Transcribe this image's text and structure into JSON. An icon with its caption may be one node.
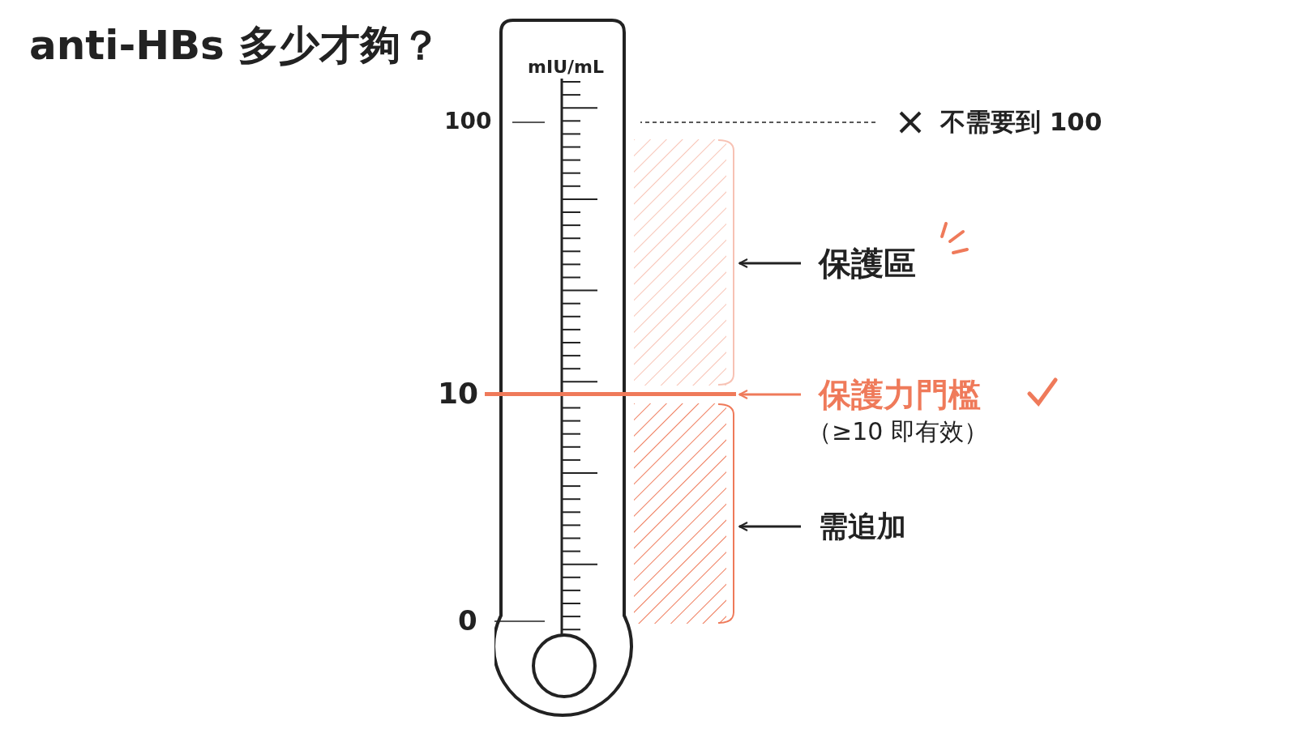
{
  "diagram": {
    "title": "anti-HBs 多少才夠？",
    "nodes": [
      {
        "text": [
          "mIU/mL"
        ]
      },
      {
        "text": [],
        "shape": "box"
      },
      {
        "text": [],
        "shape": "box"
      },
      {
        "text": [],
        "shape": "bar"
      },
      {
        "text": [
          "保護區"
        ]
      },
      {
        "text": [
          "保護力門檻",
          "（≥10 即有效）"
        ]
      },
      {
        "text": [
          "需追加"
        ]
      },
      {
        "text": [
          "不需要到 100"
        ]
      }
    ],
    "edges": [
      {
        "from": 4,
        "to": 1,
        "arrow": "to"
      },
      {
        "from": 5,
        "to": 3,
        "arrow": "to",
        "color": "#ef7a5a"
      },
      {
        "from": 6,
        "to": 2,
        "arrow": "to"
      },
      {
        "from": 7,
        "to": 0,
        "arrow": "none",
        "style": "dashed"
      }
    ],
    "labels": [
      "100",
      "10",
      "0"
    ]
  }
}
